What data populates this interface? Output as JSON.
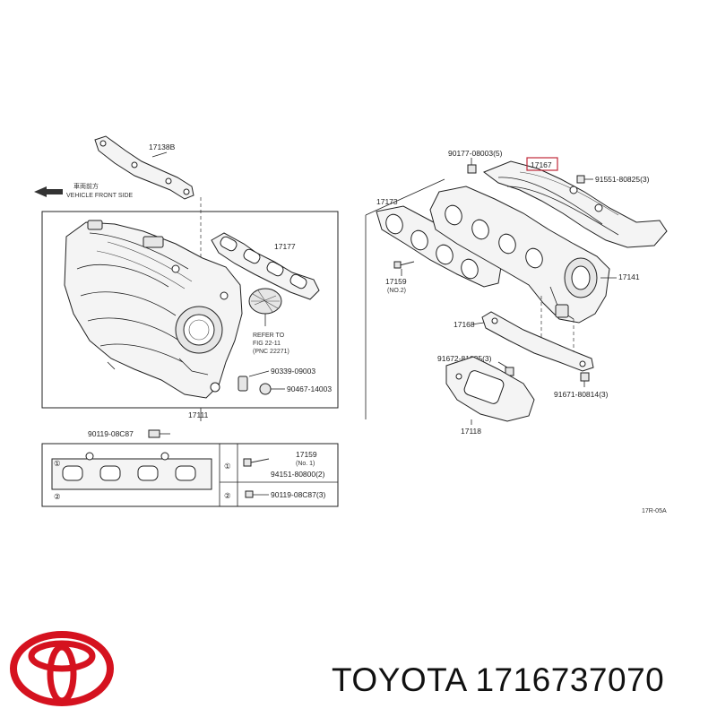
{
  "diagram": {
    "left_group": {
      "front_note": {
        "cn": "車両前方",
        "en": "VEHICLE FRONT SIDE"
      },
      "labels": {
        "p17138B": "17138B",
        "p17177": "17177",
        "refer1": "REFER TO",
        "refer2": "FIG 22-11",
        "refer3": "(PNC 22271)",
        "p90339": "90339-09003",
        "p90467": "90467-14003",
        "p17111": "17111",
        "p90119": "90119-08C87"
      },
      "legend": {
        "c1": "①",
        "c2": "②",
        "c1b": "①",
        "c2b": "②",
        "r1a": "17159",
        "r1b": "(No. 1)",
        "r2": "94151-80800(2)",
        "r3": "90119-08C87(3)"
      }
    },
    "right_group": {
      "labels": {
        "p90177": "90177-08003(5)",
        "p17167": "17167",
        "p91551": "91551-80825(3)",
        "p17173": "17173",
        "p17159": "17159",
        "p17159b": "(NO.2)",
        "p17141": "17141",
        "p17168": "17168",
        "p91672": "91672-81025(3)",
        "p91671": "91671-80814(3)",
        "p17118": "17118"
      }
    },
    "figure_code": "17R-05A"
  },
  "brand": {
    "name": "TOYOTA",
    "part_number": "1716737070",
    "logo_icon": "toyota-logo-icon",
    "accent": "#d5121f",
    "highlight_box": "#c0283a"
  }
}
